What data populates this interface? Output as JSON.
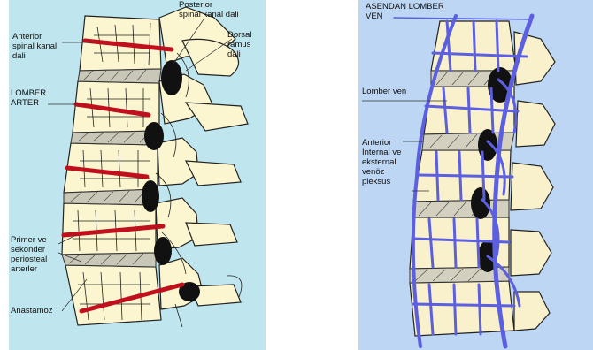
{
  "left_panel": {
    "labels": {
      "anterior_canal": "Anterior\nspinal kanal\ndali",
      "posterior_canal": "Posterior\nspinal kanal dali",
      "dorsal_ramus": "Dorsal\nramus\ndali",
      "lumbar_artery": "LOMBER\nARTER",
      "periosteal": "Primer ve\nsekonder\nperiosteal\narterler",
      "anastomosis": "Anastamoz"
    },
    "colors": {
      "artery": "#c0101e",
      "bone": "#fbf6cf",
      "background": "#bfe6ee"
    }
  },
  "right_panel": {
    "labels": {
      "ascending_vein": "ASENDAN LOMBER\nVEN",
      "lumbar_vein": "Lomber ven",
      "plexus": "Anterior\nInternal ve\neksternal\nvenöz\npleksus"
    },
    "colors": {
      "vein": "#5b5fe0",
      "bone": "#f8f1cb",
      "background": "#bcd6f3"
    }
  }
}
